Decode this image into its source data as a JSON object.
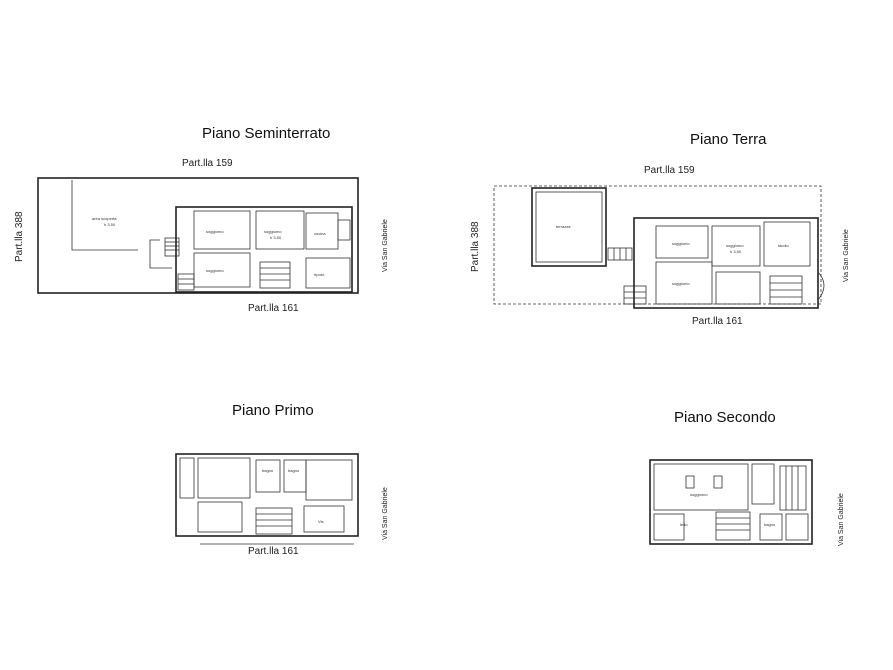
{
  "floors": {
    "seminterrato": {
      "title": "Piano Seminterrato",
      "top_label": "Part.lla 159",
      "bottom_label": "Part.lla 161",
      "left_label": "Part.lla 388",
      "right_label": "Via San Gabriele"
    },
    "terra": {
      "title": "Piano Terra",
      "top_label": "Part.lla 159",
      "bottom_label": "Part.lla 161",
      "left_label": "Part.lla 388",
      "right_label": "Via San Gabriele"
    },
    "primo": {
      "title": "Piano Primo",
      "bottom_label": "Part.lla 161",
      "right_label": "Via San Gabriele"
    },
    "secondo": {
      "title": "Piano Secondo",
      "right_label": "Via San Gabriele"
    }
  }
}
